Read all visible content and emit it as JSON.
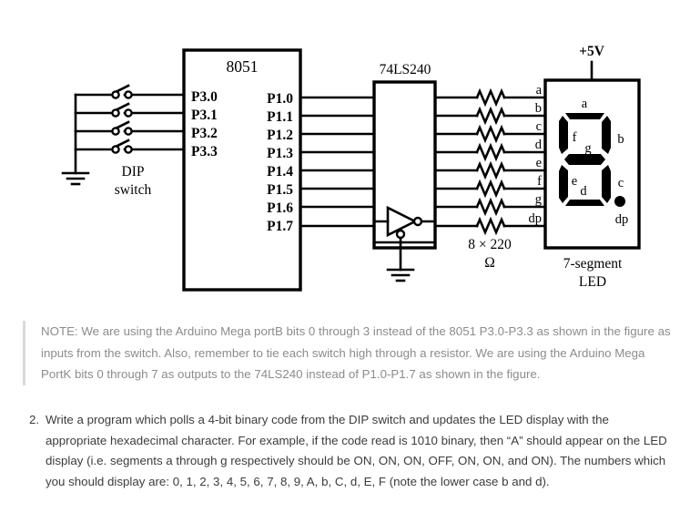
{
  "figure": {
    "title_8051": "8051",
    "title_buffer": "74LS240",
    "supply_label": "+5V",
    "dip_label_line1": "DIP",
    "dip_label_line2": "switch",
    "resistor_label_line1": "8 × 220",
    "resistor_label_line2": "Ω",
    "led_label_line1": "7-segment",
    "led_label_line2": "LED",
    "input_pins": [
      "P3.0",
      "P3.1",
      "P3.2",
      "P3.3"
    ],
    "output_pins": [
      "P1.0",
      "P1.1",
      "P1.2",
      "P1.3",
      "P1.4",
      "P1.5",
      "P1.6",
      "P1.7"
    ],
    "segment_lines": [
      "a",
      "b",
      "c",
      "d",
      "e",
      "f",
      "g",
      "dp"
    ],
    "display_segment_labels": {
      "a": "a",
      "b": "b",
      "c": "c",
      "d": "d",
      "e": "e",
      "f": "f",
      "g": "g",
      "dp": "dp"
    },
    "colors": {
      "ink": "#000000",
      "paper": "#ffffff"
    }
  },
  "note": {
    "text": "NOTE: We are using the Arduino Mega portB bits 0 through 3 instead of the 8051 P3.0-P3.3 as shown in the figure as inputs from the switch. Also, remember to tie each switch high through a resistor. We are using the Arduino Mega PortK bits 0 through 7 as outputs to the 74LS240 instead of P1.0-P1.7 as shown in the figure."
  },
  "tasks": [
    {
      "marker": "2.",
      "text": "Write a program which polls a 4-bit binary code from the DIP switch and updates the LED display with the appropriate hexadecimal character. For example, if the code read is 1010 binary, then “A” should appear on the LED display (i.e. segments a through g respectively should be ON, ON, ON, OFF, ON, ON, and ON). The numbers which you should display are: 0, 1, 2, 3, 4, 5, 6, 7, 8, 9, A, b, C, d, E, F (note the lower case b and d)."
    }
  ]
}
